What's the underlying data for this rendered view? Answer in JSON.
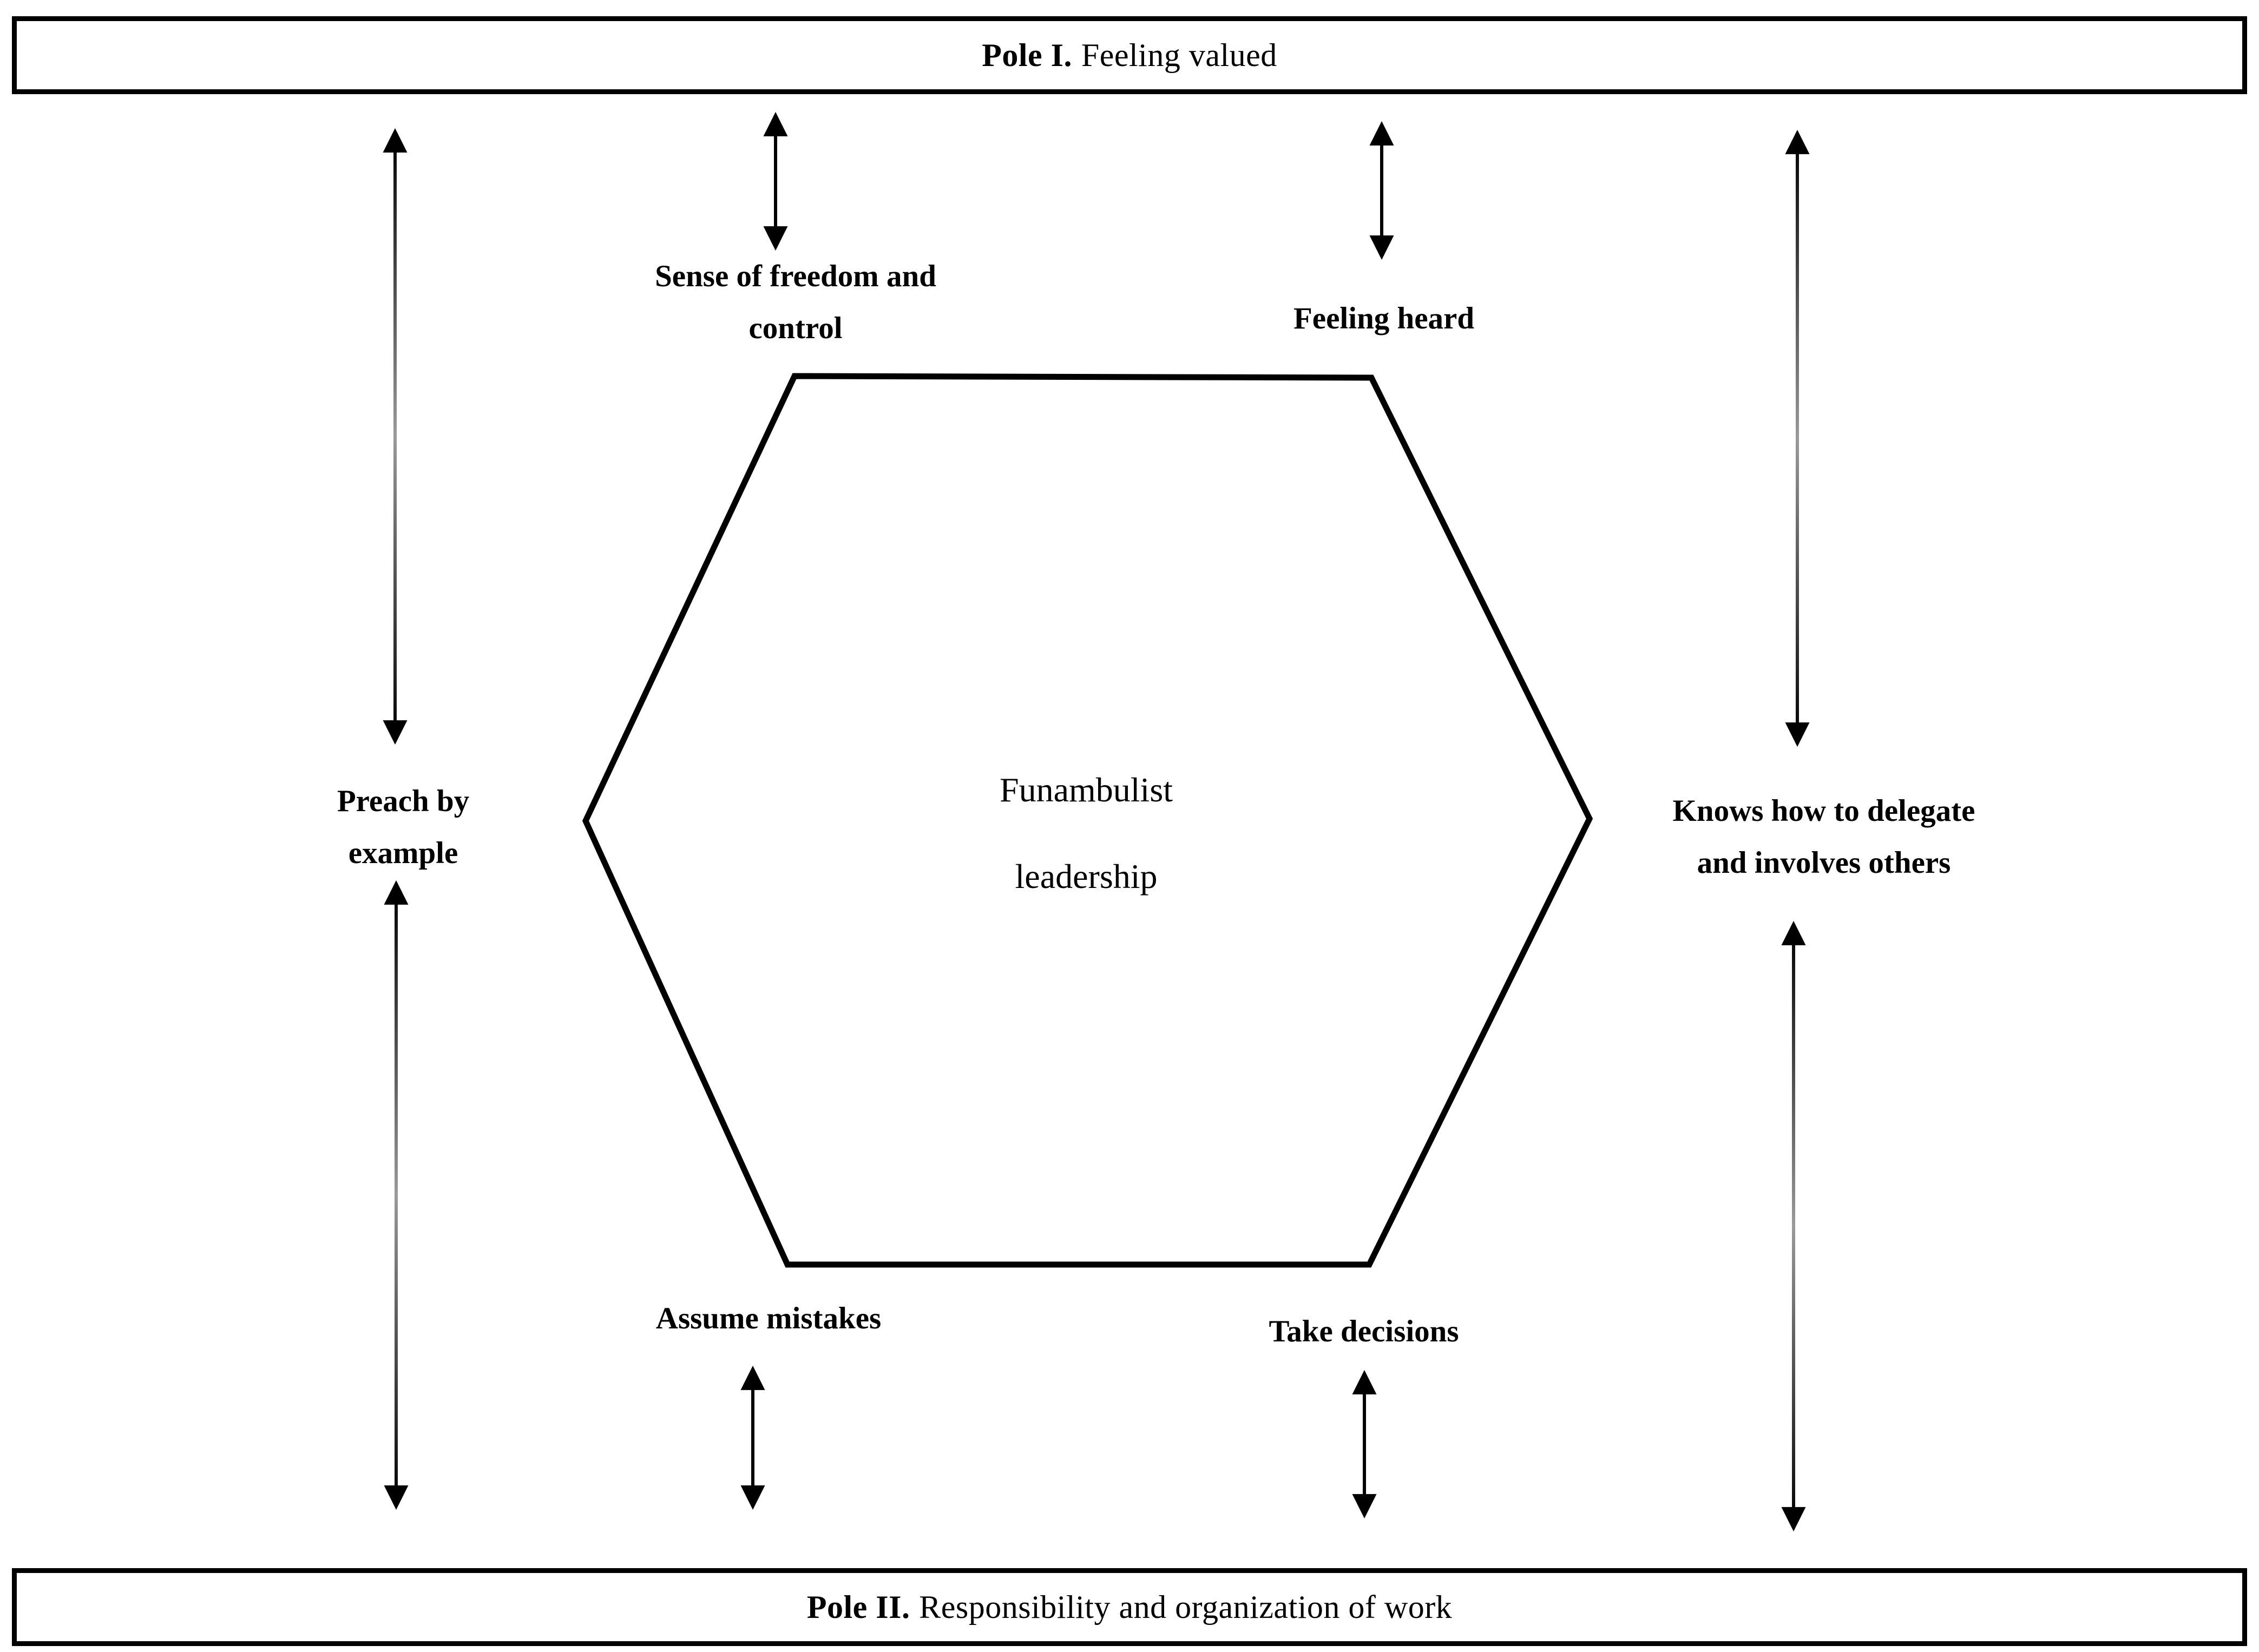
{
  "poles": {
    "pole1": {
      "prefix": "Pole I.",
      "rest": "Feeling valued"
    },
    "pole2": {
      "prefix": "Pole II.",
      "rest": "Responsibility and organization of work"
    }
  },
  "hexagon": {
    "line1": "Funambulist",
    "line2": "leadership"
  },
  "labels": {
    "freedom": {
      "line1": "Sense of freedom and",
      "line2": "control"
    },
    "heard": {
      "line1": "Feeling heard"
    },
    "preach": {
      "line1": "Preach by",
      "line2": "example"
    },
    "delegate": {
      "line1": "Knows how to delegate",
      "line2": "and involves others"
    },
    "mistakes": {
      "line1": "Assume mistakes"
    },
    "decisions": {
      "line1": "Take decisions"
    }
  },
  "colors": {
    "ink": "#000000",
    "line_mid_fade": "#9a9a9a",
    "background": "#ffffff"
  }
}
